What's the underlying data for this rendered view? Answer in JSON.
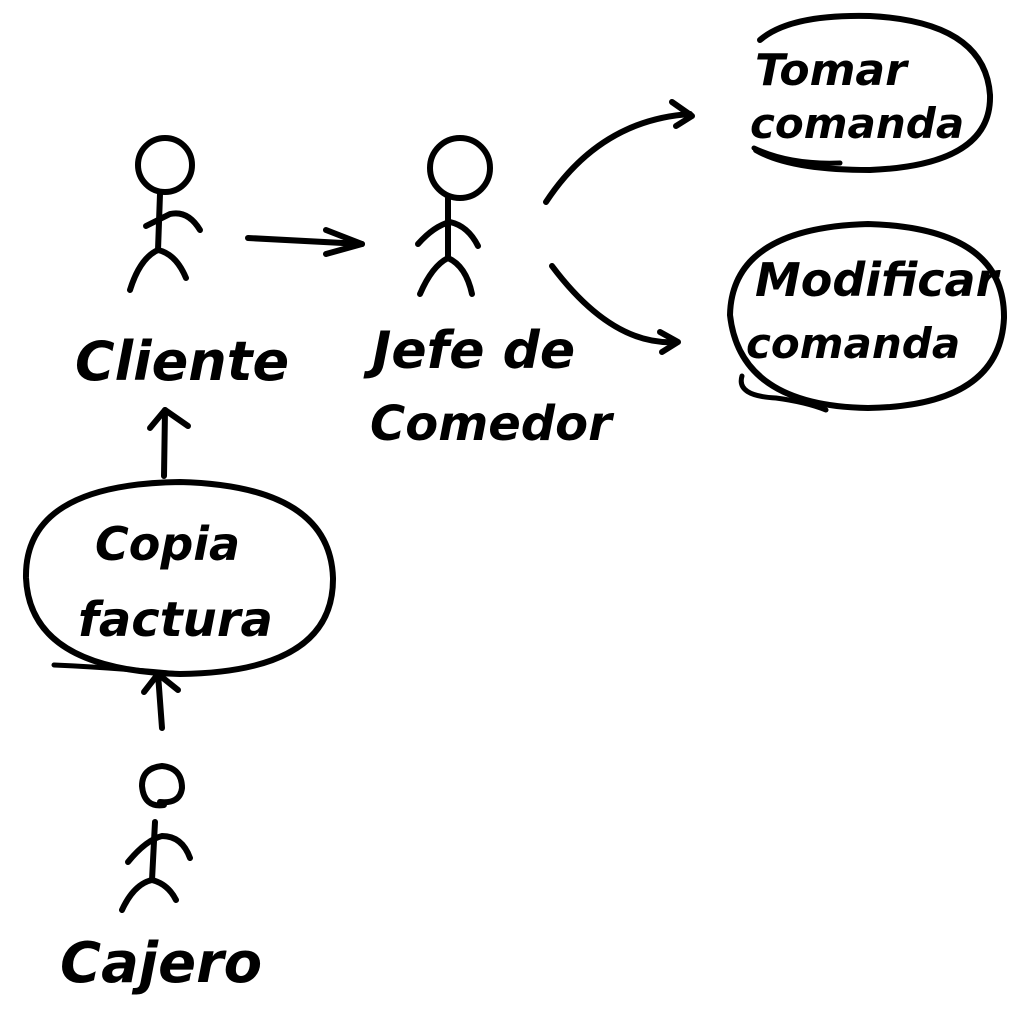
{
  "actors": {
    "cliente": "Cliente",
    "jefe_line1": "Jefe de",
    "jefe_line2": "Comedor",
    "cajero": "Cajero"
  },
  "use_cases": {
    "tomar_line1": "Tomar",
    "tomar_line2": "comanda",
    "modificar_line1": "Modificar",
    "modificar_line2": "comanda",
    "copia_line1": "Copia",
    "copia_line2": "factura"
  }
}
